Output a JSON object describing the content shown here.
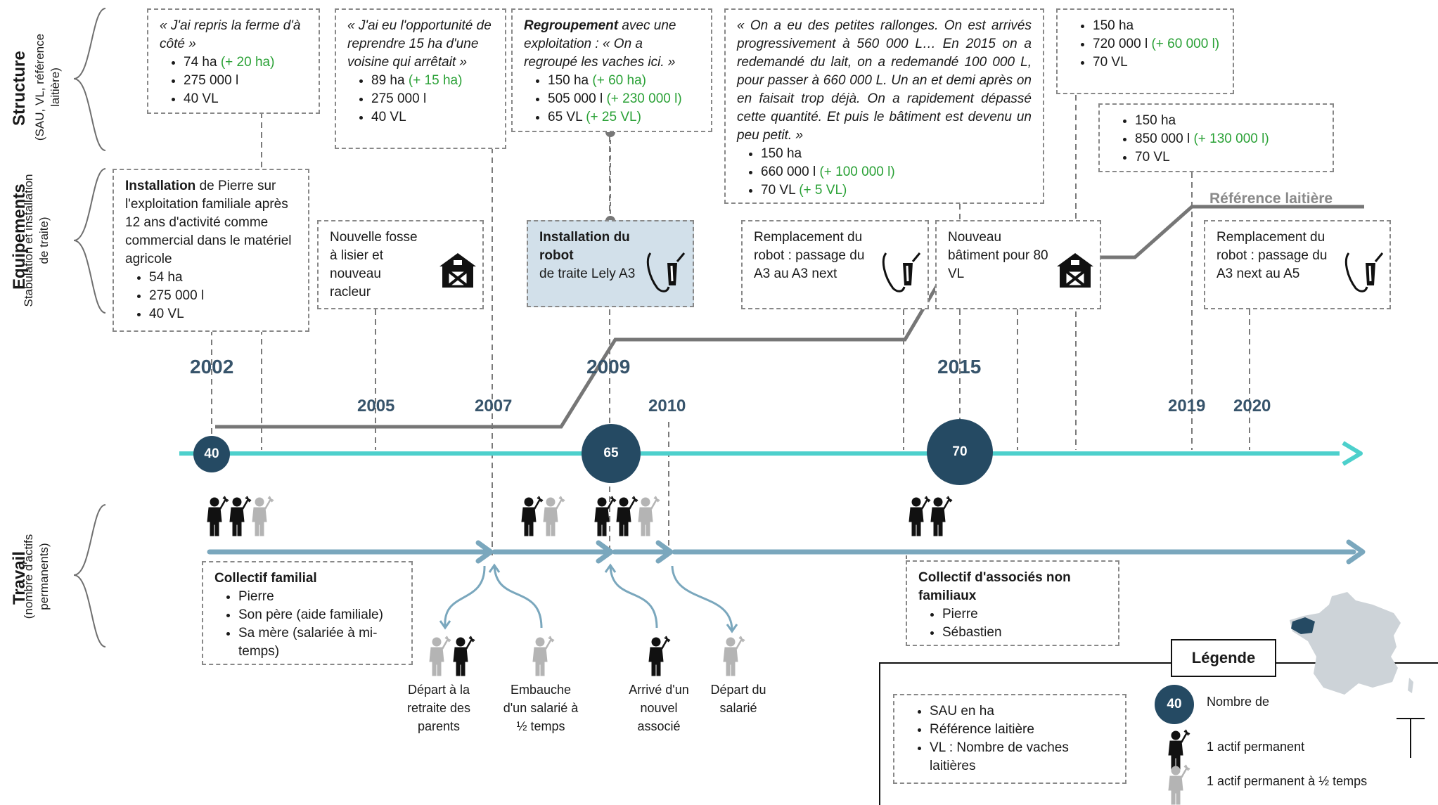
{
  "sections": {
    "structure": {
      "title": "Structure",
      "sub": "(SAU, VL, référence laitière)"
    },
    "equipements": {
      "title": "Equipements",
      "sub": "Stabulation et installation de traite)"
    },
    "travail": {
      "title": "Travail",
      "sub": "(nombre d'actifs permanents)"
    }
  },
  "years": {
    "y2002": "2002",
    "y2005": "2005",
    "y2007": "2007",
    "y2009": "2009",
    "y2010": "2010",
    "y2015": "2015",
    "y2019": "2019",
    "y2020": "2020"
  },
  "circles": {
    "c2002": "40",
    "c2009": "65",
    "c2015": "70"
  },
  "structure_boxes": {
    "b2004": {
      "quote": "« J'ai repris la ferme d'à côté »",
      "items": [
        {
          "v": "74 ha",
          "g": "(+ 20 ha)"
        },
        {
          "v": "275 000 l",
          "g": ""
        },
        {
          "v": "40 VL",
          "g": ""
        }
      ]
    },
    "b2006": {
      "quote": "« J'ai eu l'opportunité de reprendre 15 ha d'une voisine qui arrêtait »",
      "items": [
        {
          "v": "89 ha",
          "g": "(+ 15 ha)"
        },
        {
          "v": "275 000 l",
          "g": ""
        },
        {
          "v": "40 VL",
          "g": ""
        }
      ]
    },
    "b2009": {
      "bold": "Regroupement",
      "quote": " avec une exploitation : « On a regroupé les vaches ici. »",
      "items": [
        {
          "v": "150 ha",
          "g": "(+ 60 ha)"
        },
        {
          "v": "505 000 l",
          "g": "(+ 230 000 l)"
        },
        {
          "v": "65 VL",
          "g": "(+ 25 VL)"
        }
      ]
    },
    "b2014": {
      "quote": "« On a eu des petites rallonges. On est arrivés progressivement à 560 000 L… En 2015 on a redemandé du lait, on a redemandé 100 000 L, pour passer à 660 000 L. Un an et demi après on en faisait trop déjà. On a rapidement dépassé cette quantité. Et puis le bâtiment est devenu un peu petit. »",
      "items": [
        {
          "v": "150 ha",
          "g": ""
        },
        {
          "v": "660 000 l",
          "g": "(+ 100 000 l)"
        },
        {
          "v": "70 VL",
          "g": "(+ 5 VL)"
        }
      ]
    },
    "b2017": {
      "items": [
        {
          "v": "150 ha",
          "g": ""
        },
        {
          "v": "720 000 l",
          "g": "(+ 60 000 l)"
        },
        {
          "v": "70 VL",
          "g": ""
        }
      ]
    },
    "b2019": {
      "items": [
        {
          "v": "150 ha",
          "g": ""
        },
        {
          "v": "850 000 l",
          "g": "(+ 130 000 l)"
        },
        {
          "v": "70 VL",
          "g": ""
        }
      ]
    }
  },
  "equip_boxes": {
    "installation": {
      "bold": "Installation",
      "text": " de Pierre sur l'exploitation familiale après 12 ans d'activité comme commercial dans le matériel agricole",
      "items": [
        "54 ha",
        "275 000 l",
        "40 VL"
      ]
    },
    "fosse": {
      "text": "Nouvelle fosse à lisier et nouveau racleur"
    },
    "robot": {
      "bold": "Installation du robot",
      "text": "de traite Lely A3"
    },
    "a3next": {
      "text": "Remplacement du robot : passage du A3 au A3 next"
    },
    "batiment": {
      "text": "Nouveau bâtiment pour 80 VL"
    },
    "a5": {
      "text": "Remplacement du robot : passage du A3 next au A5"
    }
  },
  "reference_label": "Référence laitière",
  "travail": {
    "familial": {
      "title": "Collectif familial",
      "items": [
        "Pierre",
        "Son père (aide familiale)",
        "Sa mère (salariée à mi-temps)"
      ]
    },
    "associes": {
      "title": "Collectif d'associés non familiaux",
      "items": [
        "Pierre",
        "Sébastien"
      ]
    },
    "captions": {
      "retraite": "Départ à la retraite des parents",
      "embauche": "Embauche d'un salarié à ½ temps",
      "associe": "Arrivé d'un nouvel associé",
      "depart": "Départ du salarié"
    }
  },
  "legend": {
    "title": "Légende",
    "items": [
      "SAU en ha",
      "Référence laitière",
      "VL : Nombre de vaches laitières"
    ],
    "circle_value": "40",
    "circle_label": "Nombre de",
    "actif": "1 actif permanent",
    "actif_half": "1 actif permanent à ½ temps"
  },
  "colors": {
    "timeline": "#4dd0cc",
    "circle": "#254a63",
    "work_arrow": "#7aa7bd",
    "ref_dark": "#767676",
    "ref_light": "#d0d0d0",
    "green": "#2aa136"
  },
  "icons": [
    "barn-icon",
    "milking-robot-icon",
    "farmer-icon",
    "france-map-icon"
  ]
}
